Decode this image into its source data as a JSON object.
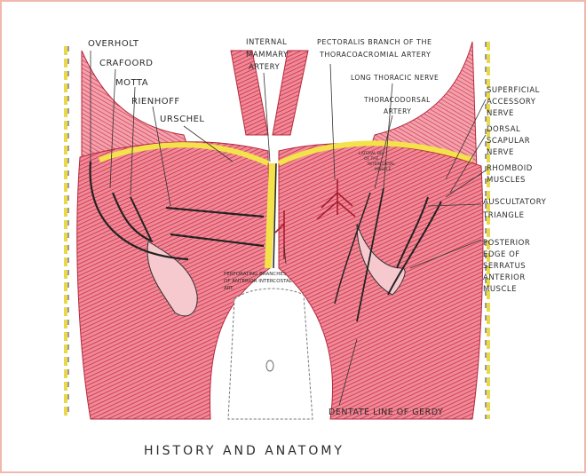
{
  "figure": {
    "title": "HISTORY AND ANATOMY",
    "labels": {
      "overholt": "OVERHOLT",
      "crafoord": "CRAFOORD",
      "motta": "MOTTA",
      "rienhoff": "RIENHOFF",
      "urschel": "URSCHEL",
      "internal_mammary_1": "INTERNAL",
      "internal_mammary_2": "MAMMARY",
      "internal_mammary_3": "ARTERY",
      "pectoralis_branch_1": "PECTORALIS BRANCH OF THE",
      "pectoralis_branch_2": "THORACOACROMIAL ARTERY",
      "long_thoracic": "LONG THORACIC NERVE",
      "thoracodorsal_1": "THORACODORSAL",
      "thoracodorsal_2": "ARTERY",
      "superficial_accessory_1": "SUPERFICIAL",
      "superficial_accessory_2": "ACCESSORY",
      "superficial_accessory_3": "NERVE",
      "dorsal_scapular_1": "DORSAL",
      "dorsal_scapular_2": "SCAPULAR",
      "dorsal_scapular_3": "NERVE",
      "rhomboid_1": "RHOMBOID",
      "rhomboid_2": "MUSCLES",
      "auscultatory_1": "AUSCULTATORY",
      "auscultatory_2": "TRIANGLE",
      "posterior_edge_1": "POSTERIOR",
      "posterior_edge_2": "EDGE OF",
      "posterior_edge_3": "SERRATUS",
      "posterior_edge_4": "ANTERIOR",
      "posterior_edge_5": "MUSCLE",
      "perforating_1": "PERFORATING BRANCHES",
      "perforating_2": "OF ANTERIOR INTERCOSTAL",
      "perforating_3": "ART.",
      "small_1": "LATERAL BR.",
      "small_2": "OF THE",
      "small_3": "INTERCOSTAL",
      "small_4": "MUSCLE",
      "dentate": "DENTATE LINE OF GERDY"
    },
    "colors": {
      "muscle": "#d9485a",
      "muscle_light": "#ef9aa6",
      "fat": "#f3e24a",
      "ink": "#2b2b2b",
      "frame": "#f2b8ae"
    }
  }
}
